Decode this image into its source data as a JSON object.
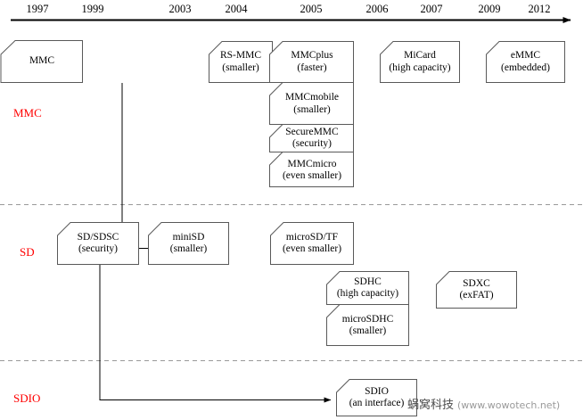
{
  "diagram": {
    "title": "MMC / SD / SDIO card standards timeline",
    "watermark": {
      "cn": "蜗窝科技",
      "en": "(www.wowotech.net)"
    },
    "axis": {
      "years": [
        "1997",
        "1999",
        "2003",
        "2004",
        "2005",
        "2006",
        "2007",
        "2009",
        "2012"
      ],
      "arrow": "right-arrow-icon"
    },
    "lanes": [
      {
        "id": "mmc",
        "label": "MMC",
        "color": "#ff0000"
      },
      {
        "id": "sd",
        "label": "SD",
        "color": "#ff0000"
      },
      {
        "id": "sdio",
        "label": "SDIO",
        "color": "#ff0000"
      }
    ],
    "cards": [
      {
        "id": "mmc",
        "lane": "mmc",
        "year": "1997",
        "name": "MMC",
        "note": ""
      },
      {
        "id": "rs-mmc",
        "lane": "mmc",
        "year": "2004",
        "name": "RS-MMC",
        "note": "(smaller)"
      },
      {
        "id": "mmcplus",
        "lane": "mmc",
        "year": "2005",
        "name": "MMCplus",
        "note": "(faster)"
      },
      {
        "id": "mmcmobile",
        "lane": "mmc",
        "year": "2005",
        "name": "MMCmobile",
        "note": "(smaller)"
      },
      {
        "id": "securemmc",
        "lane": "mmc",
        "year": "2005",
        "name": "SecureMMC",
        "note": "(security)"
      },
      {
        "id": "mmcmicro",
        "lane": "mmc",
        "year": "2005",
        "name": "MMCmicro",
        "note": "(even smaller)"
      },
      {
        "id": "micard",
        "lane": "mmc",
        "year": "2007",
        "name": "MiCard",
        "note": "(high capacity)"
      },
      {
        "id": "emmc",
        "lane": "mmc",
        "year": "2012",
        "name": "eMMC",
        "note": "(embedded)"
      },
      {
        "id": "sd-sdsc",
        "lane": "sd",
        "year": "1999",
        "name": "SD/SDSC",
        "note": "(security)"
      },
      {
        "id": "minisd",
        "lane": "sd",
        "year": "2003",
        "name": "miniSD",
        "note": "(smaller)"
      },
      {
        "id": "microsd-tf",
        "lane": "sd",
        "year": "2005",
        "name": "microSD/TF",
        "note": "(even smaller)"
      },
      {
        "id": "sdhc",
        "lane": "sd",
        "year": "2006",
        "name": "SDHC",
        "note": "(high capacity)"
      },
      {
        "id": "microsdhc",
        "lane": "sd",
        "year": "2006",
        "name": "microSDHC",
        "note": "(smaller)"
      },
      {
        "id": "sdxc",
        "lane": "sd",
        "year": "2009",
        "name": "SDXC",
        "note": "(exFAT)"
      },
      {
        "id": "sdio",
        "lane": "sdio",
        "year": "2006",
        "name": "SDIO",
        "note": "(an interface)"
      }
    ]
  }
}
